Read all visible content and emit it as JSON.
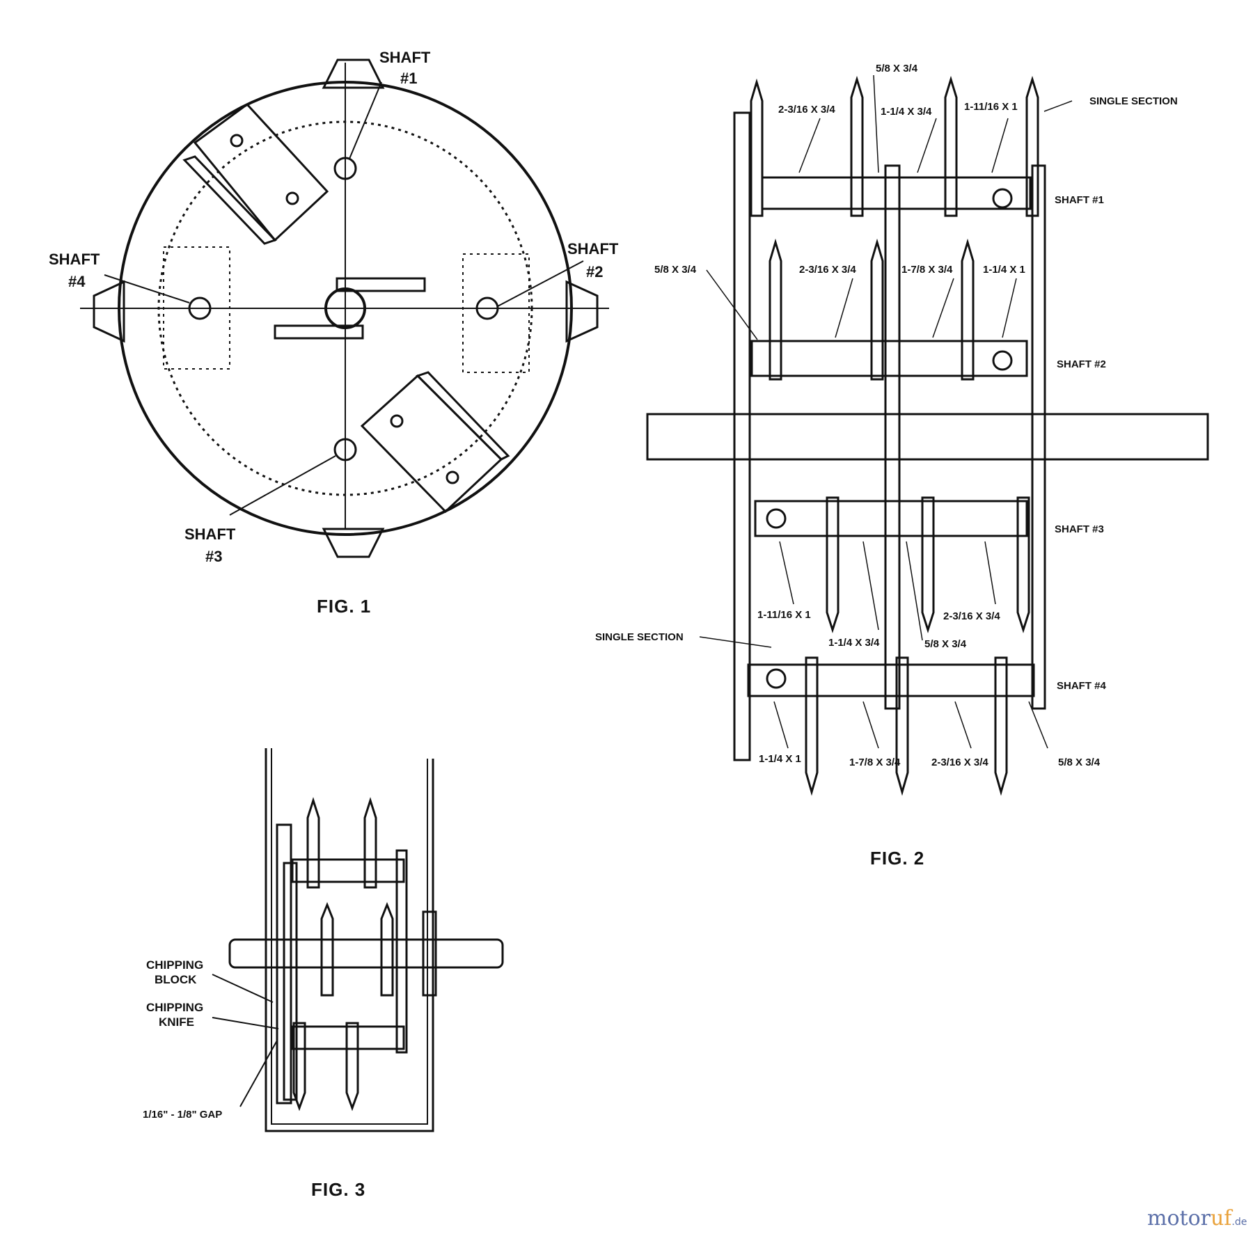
{
  "fig1": {
    "caption": "FIG. 1",
    "shaft1": [
      "SHAFT",
      "#1"
    ],
    "shaft2": [
      "SHAFT",
      "#2"
    ],
    "shaft3": [
      "SHAFT",
      "#3"
    ],
    "shaft4": [
      "SHAFT",
      "#4"
    ]
  },
  "fig2": {
    "caption": "FIG. 2",
    "single_section_top": "SINGLE SECTION",
    "single_section_left": "SINGLE SECTION",
    "shaft_labels": [
      "SHAFT #1",
      "SHAFT #2",
      "SHAFT #3",
      "SHAFT #4"
    ],
    "row1": [
      "2-3/16 X 3/4",
      "5/8 X 3/4",
      "1-1/4 X 3/4",
      "1-11/16 X 1"
    ],
    "row2": [
      "5/8 X 3/4",
      "2-3/16 X 3/4",
      "1-7/8 X 3/4",
      "1-1/4 X 1"
    ],
    "row3": [
      "1-11/16 X 1",
      "1-1/4 X 3/4",
      "5/8 X 3/4",
      "2-3/16 X 3/4"
    ],
    "row4": [
      "1-1/4 X 1",
      "1-7/8 X 3/4",
      "2-3/16 X 3/4",
      "5/8 X 3/4"
    ]
  },
  "fig3": {
    "caption": "FIG. 3",
    "chipping_block": [
      "CHIPPING",
      "BLOCK"
    ],
    "chipping_knife": [
      "CHIPPING",
      "KNIFE"
    ],
    "gap": "1/16\" - 1/8\" GAP"
  },
  "watermark": {
    "part1": "motor",
    "part2": "uf",
    "tld": ".de"
  }
}
